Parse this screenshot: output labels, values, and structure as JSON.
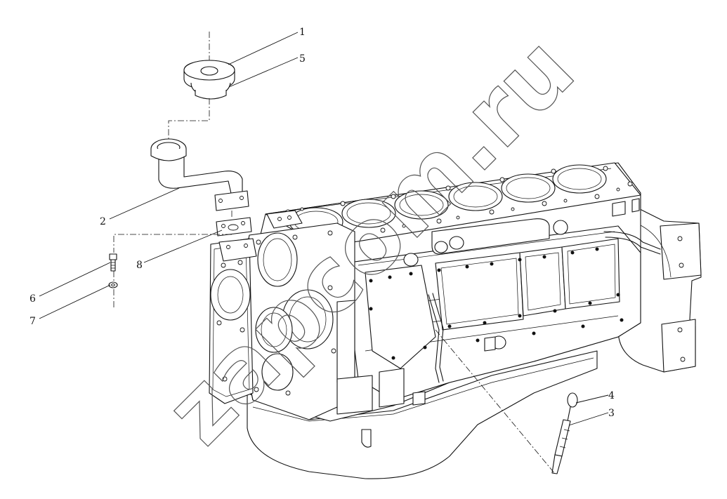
{
  "callouts": [
    {
      "id": "1",
      "label": "1"
    },
    {
      "id": "5",
      "label": "5"
    },
    {
      "id": "2",
      "label": "2"
    },
    {
      "id": "8",
      "label": "8"
    },
    {
      "id": "6",
      "label": "6"
    },
    {
      "id": "7",
      "label": "7"
    },
    {
      "id": "4",
      "label": "4"
    },
    {
      "id": "3",
      "label": "3"
    }
  ],
  "watermark": "zapcom.ru"
}
